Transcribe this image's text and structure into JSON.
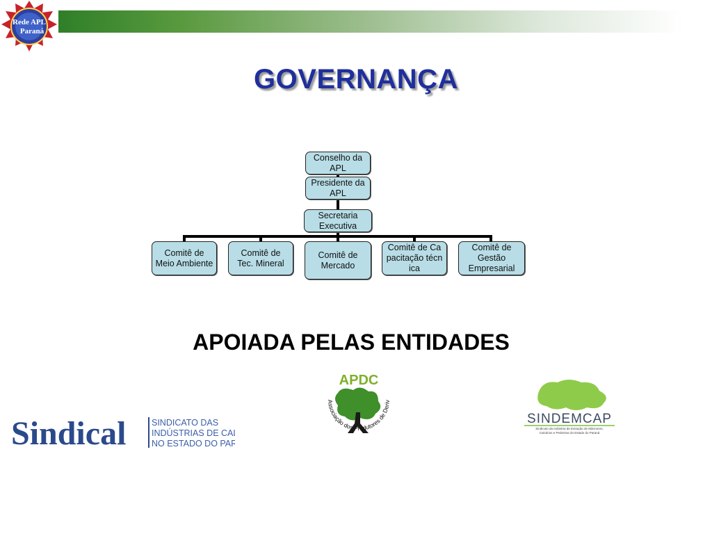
{
  "header": {
    "logo_line1": "Rede APL",
    "logo_line2": "Paraná",
    "title": "GOVERNANÇA"
  },
  "org_chart": {
    "top_nodes": [
      {
        "label": "Conselho da APL"
      },
      {
        "label": "Presidente da APL"
      },
      {
        "label": "Secretaria Executiva"
      }
    ],
    "committees": [
      {
        "label": "Comitê de Meio Ambiente"
      },
      {
        "label": "Comitê de Tec. Mineral"
      },
      {
        "label": "Comitê de Mercado"
      },
      {
        "label": "Comitê de Capacitação técnica"
      },
      {
        "label": "Comitê de Gestão Empresarial"
      }
    ]
  },
  "supporters": {
    "heading": "APOIADA PELAS ENTIDADES",
    "sindical": {
      "name": "Sindical",
      "tagline_1": "SINDICATO DAS",
      "tagline_2": "INDÚSTRIAS DE CAL",
      "tagline_3": "NO ESTADO DO PARANÁ"
    },
    "apdc": {
      "acronym": "APDC",
      "full_name": "Associação dos Produtores de Derivados do Calcário"
    },
    "sindemcap": {
      "name": "SINDEMCAP",
      "tagline": "Sindicato da Indústria de Extração de Mármores, Calcários e Pedreiras do Estado do Paraná"
    }
  },
  "colors": {
    "title_blue": "#1f2f9b",
    "node_fill": "#b8dde6",
    "header_green": "#2f7f28",
    "sindical_blue": "#2b4a8b",
    "sindemcap_green": "#7fbf3a"
  }
}
